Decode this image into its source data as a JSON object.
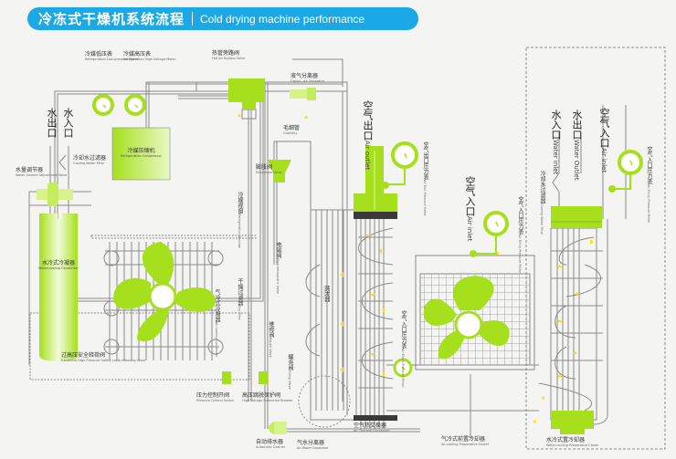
{
  "header": {
    "title_zh": "冷冻式干燥机系统流程",
    "title_en": "Cold drying machine performance"
  },
  "colors": {
    "banner": "#1aa8e6",
    "component_green": "#a6e01c",
    "line_gray": "#8a8a8a",
    "arrow_yellow": "#f2e21a",
    "dark_band": "#3a3a3a"
  },
  "labels": {
    "refrigerant_low_meter": {
      "zh": "冷媒低压表",
      "en": "Refrigeration Low-pressure Meter"
    },
    "refrigerant_high_meter": {
      "zh": "冷媒高压表",
      "en": "Refrigeration High Voltage Meter"
    },
    "hot_air_bypass": {
      "zh": "热管旁路阀",
      "en": "Hot Air Bypass Valve"
    },
    "liquid_air_separator": {
      "zh": "液气分离器",
      "en": "Liquid - Air Separator"
    },
    "capillary": {
      "zh": "毛细管",
      "en": "Capillary"
    },
    "expansion_valve": {
      "zh": "膨胀阀",
      "en": "Expansion Valve"
    },
    "refrigerant_compressor": {
      "zh": "冷媒压缩机",
      "en": "Refrigeration Compressor"
    },
    "refrigerant_window": {
      "zh": "冷媒视窗",
      "en": "Refrigeration Window"
    },
    "solenoid_valve": {
      "zh": "电磁阀",
      "en": "Electromagnetic Valve"
    },
    "dry_filter": {
      "zh": "干燥过滤器",
      "en": "Dry Filter"
    },
    "repair_valve": {
      "zh": "维修阀",
      "en": "Repair Valve"
    },
    "filling_valve": {
      "zh": "罐充阀",
      "en": "Filling Valve"
    },
    "air_cooled_condenser": {
      "zh": "气冷式冷凝器",
      "en": "Air-cooling Condenser"
    },
    "water_outlet_left": {
      "zh": "水出口"
    },
    "water_inlet_left": {
      "zh": "水入口"
    },
    "cooling_water_filter": {
      "zh": "冷却水过滤器",
      "en": "Cooling Water Filter"
    },
    "water_volume_valve": {
      "zh": "水量调节器",
      "en": "Water Volume Adjustment Valve"
    },
    "water_cooled_condenser": {
      "zh": "水冷式冷凝器",
      "en": "Water-cooling Condenser"
    },
    "high_pressure_relief": {
      "zh": "过高压安全释荷阀",
      "en": "Excessive High Pressure Safety Load-releasing Valve"
    },
    "pressure_control_switch": {
      "zh": "压力控制开阀",
      "en": "Pressure Control Switch"
    },
    "high_voltage_breaker": {
      "zh": "高压跳脱保护阀",
      "en": "High Voltage Protective Breaker"
    },
    "automatic_drainer": {
      "zh": "自动排水器",
      "en": "Automatic Drainer"
    },
    "air_water_separator": {
      "zh": "气水分离器",
      "en": "Air-Water Separator"
    },
    "air_thermal_exchanger": {
      "zh": "空气热交换器",
      "en": "Air Thermal Exchanger"
    },
    "evaporator": {
      "zh": "蒸发器",
      "en": "Evaporator"
    },
    "air_outlet": {
      "zh": "空气出口",
      "en": "Air outlet"
    },
    "air_exit_pressure_meter": {
      "zh": "空气出口压力表",
      "en": "Air Exit Pressure Meter"
    },
    "air_inlet_mid": {
      "zh": "空气入口",
      "en": "Air inlet"
    },
    "air_entry_pressure_meter_mid": {
      "zh": "空气入口压力表",
      "en": "Air Entry Pressure Meter"
    },
    "air_entry_pressure_meter_low": {
      "zh": "空气入口压力表",
      "en": "Air Entry Pressure Meter"
    },
    "air_cooling_precooler": {
      "zh": "气冷式前置冷却器",
      "en": "Air-cooling Preparative Cooler"
    },
    "water_inlet_right": {
      "zh": "水入口",
      "en": "Water inlet"
    },
    "water_outlet_right": {
      "zh": "水出口",
      "en": "Water Outlet"
    },
    "air_inlet_right": {
      "zh": "空气入口",
      "en": "Air inlet"
    },
    "air_entry_pressure_meter_right": {
      "zh": "空气入口压力表",
      "en": "Air Entry Pressure Meter"
    },
    "cooling_water_filter_right": {
      "zh": "冷却水过滤器",
      "en": "Cooling Water Filter"
    },
    "water_cooling_precooler": {
      "zh": "水冷式置冷却器",
      "en": "Water-cooling Preparative Cooler"
    }
  }
}
